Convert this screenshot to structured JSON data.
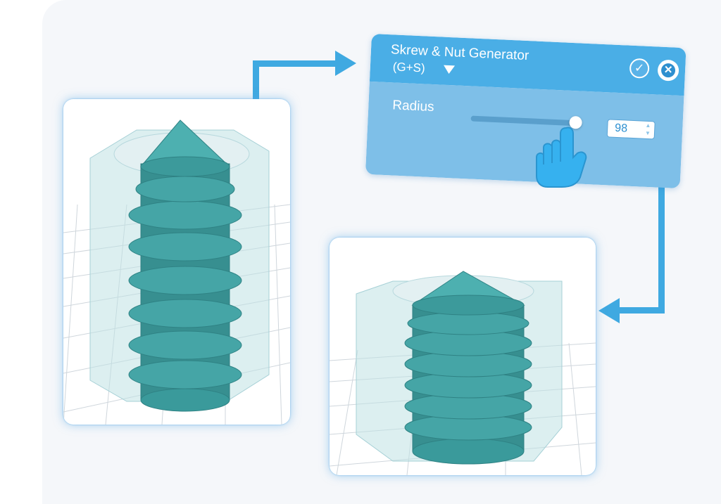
{
  "dialog": {
    "title": "Skrew & Nut Generator",
    "shortcut": "(G+S)",
    "radius_label": "Radius",
    "radius_value": "98",
    "radius_fraction": 0.98
  },
  "colors": {
    "accent": "#3fa9e1",
    "header": "#4aaee6",
    "dialog_body": "#7ebfe8",
    "thread": "#3a9a9b",
    "nut": "#bfe1e4"
  },
  "icons": {
    "confirm": "checkmark-icon",
    "close": "close-icon",
    "dropdown": "caret-down-icon",
    "pointer": "hand-pointer-icon"
  }
}
